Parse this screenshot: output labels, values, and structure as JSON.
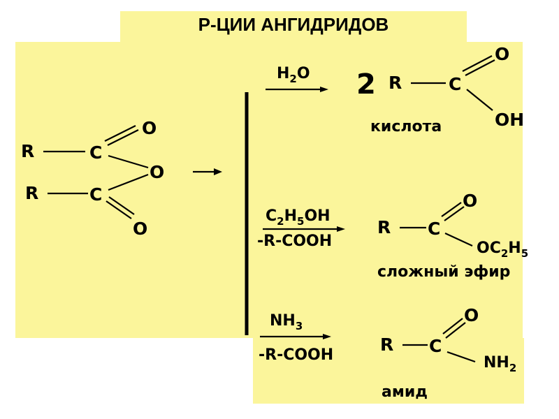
{
  "title": "Р-ЦИИ АНГИДРИДОВ",
  "colors": {
    "panel": "#fbf59b",
    "ink": "#000000"
  },
  "anhydride": {
    "r_top": "R",
    "r_bottom": "R",
    "c_top": "C",
    "c_bottom": "C",
    "o_top": "O",
    "o_bridge": "O",
    "o_bottom": "O"
  },
  "reactions": [
    {
      "reagent": "H",
      "reagent_sub": "2",
      "reagent_tail": "O",
      "coefficient": "2",
      "r": "R",
      "c": "C",
      "o": "O",
      "group": "OH",
      "product_name": "кислота"
    },
    {
      "reagent_a": "C",
      "reagent_a_sub": "2",
      "reagent_b": "H",
      "reagent_b_sub": "5",
      "reagent_tail": "OH",
      "byproduct": "-R-COOH",
      "r": "R",
      "c": "C",
      "o": "O",
      "group_a": "OC",
      "group_a_sub": "2",
      "group_b": "H",
      "group_b_sub": "5",
      "product_name": "сложный эфир"
    },
    {
      "reagent": "NH",
      "reagent_sub": "3",
      "byproduct": "-R-COOH",
      "r": "R",
      "c": "C",
      "o": "O",
      "group": "NH",
      "group_sub": "2",
      "product_name": "амид"
    }
  ]
}
